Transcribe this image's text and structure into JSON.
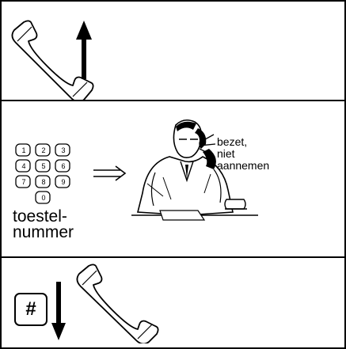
{
  "steps": [
    {
      "id": "lift-handset",
      "icons": [
        "handset-icon",
        "arrow-up-icon"
      ]
    },
    {
      "id": "dial-extension",
      "keypad": {
        "keys": [
          "1",
          "2",
          "3",
          "4",
          "5",
          "6",
          "7",
          "8",
          "9",
          "0"
        ]
      },
      "extension_label_line1": "toestel-",
      "extension_label_line2": "nummer",
      "speech_bubble": {
        "line1": "bezet,",
        "line2": "niet",
        "line3": "aannemen"
      },
      "icons": [
        "keypad-icon",
        "double-arrow-right-icon",
        "person-on-phone-icon",
        "speech-lines-icon"
      ]
    },
    {
      "id": "hang-up",
      "hash_key_label": "#",
      "icons": [
        "hash-key-icon",
        "arrow-down-icon",
        "handset-icon"
      ]
    }
  ],
  "colors": {
    "ink": "#000000",
    "paper": "#ffffff"
  }
}
